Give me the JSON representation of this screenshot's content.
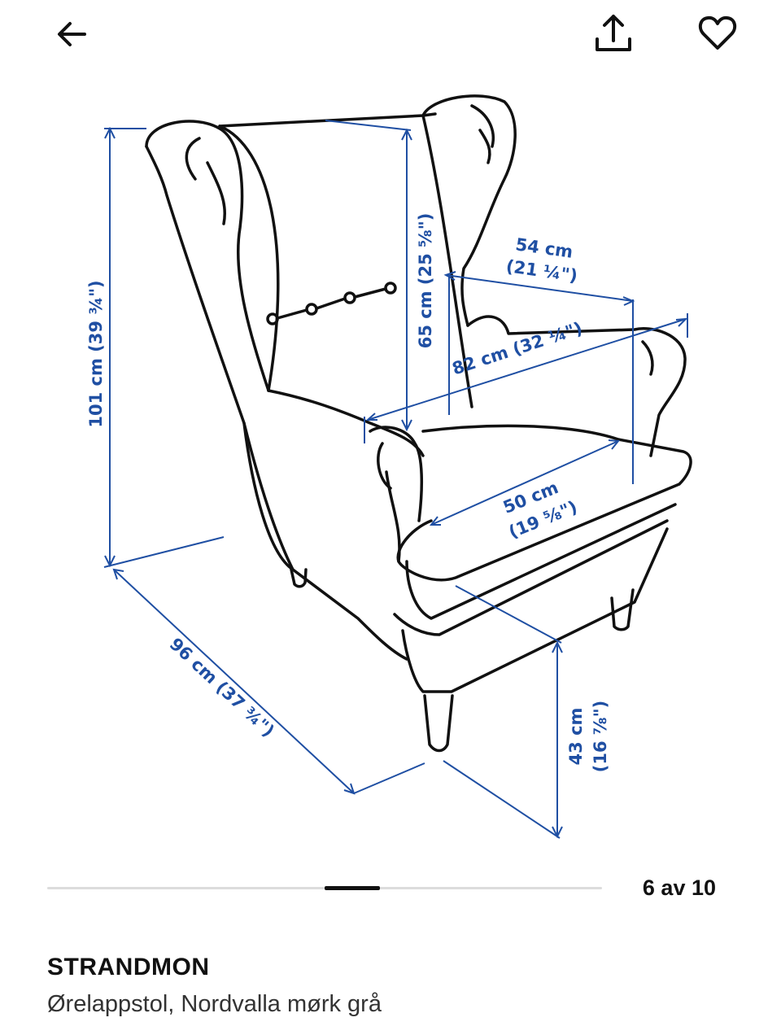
{
  "header": {
    "back_icon": "arrow-left-icon",
    "share_icon": "share-icon",
    "favorite_icon": "heart-icon"
  },
  "image": {
    "dimensions": {
      "height_total": "101 cm (39 ¾\")",
      "backrest_height": "65 cm (25 ⅝\")",
      "seat_width": "54 cm",
      "seat_width_in": "(21 ¼\")",
      "width_total": "82 cm (32 ¼\")",
      "seat_depth": "50 cm",
      "seat_depth_in": "(19 ⅝\")",
      "depth_total": "96 cm (37 ¾\")",
      "seat_height": "43 cm",
      "seat_height_in": "(16 ⅞\")"
    },
    "line_color": "#111111",
    "dim_color": "#1f4fa3"
  },
  "pager": {
    "counter": "6 av 10",
    "current": 6,
    "total": 10
  },
  "product": {
    "name": "STRANDMON",
    "description": "Ørelappstol, Nordvalla mørk grå"
  }
}
